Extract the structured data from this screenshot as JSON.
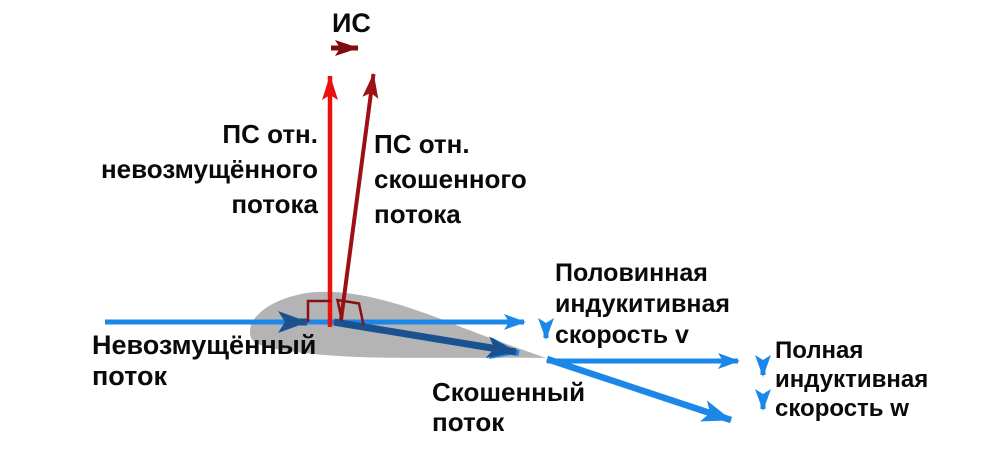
{
  "colors": {
    "light_blue": "#1b87e8",
    "navy_blue": "#1b518f",
    "bright_red": "#e8110f",
    "mid_red": "#9d1115",
    "dark_red": "#7f0d10",
    "angle_marker_red": "#8b0e12",
    "airfoil_gray": "#b4b4b4",
    "text": "#0a0a0a"
  },
  "labels": {
    "resultant": "ИС",
    "ps_undisturbed": {
      "lines": [
        "ПС отн.",
        "невозмущённого",
        "потока"
      ]
    },
    "ps_skewed": {
      "lines": [
        "ПС отн.",
        "скошенного",
        "потока"
      ]
    },
    "undisturbed_flow": {
      "lines": [
        "Невозмущённый",
        "поток"
      ]
    },
    "skewed_flow": {
      "lines": [
        "Скошенный",
        "поток"
      ]
    },
    "half_induced_velocity": {
      "lines": [
        "Половинная",
        "индукитивная",
        "скорость v"
      ]
    },
    "full_induced_velocity": {
      "lines": [
        "Полная",
        "индуктивная",
        "скорость w"
      ]
    }
  },
  "diagram": {
    "type": "vector-diagram",
    "subject": "airfoil blade element with undisturbed flow, skewed flow and induced velocities",
    "vectors": [
      {
        "name": "undisturbed-flow-vector",
        "color": "light_blue",
        "direction": "right"
      },
      {
        "name": "undisturbed-flow-arrowhead-at-blade",
        "color": "navy_blue",
        "direction": "right"
      },
      {
        "name": "skewed-flow-vector-at-blade",
        "color": "navy_blue",
        "direction": "down-right"
      },
      {
        "name": "half-induced-velocity-vector-v",
        "color": "light_blue",
        "direction": "down"
      },
      {
        "name": "skewed-flow-vector-downstream",
        "color": "light_blue",
        "direction": "down-right"
      },
      {
        "name": "flow-continuation-vector",
        "color": "light_blue",
        "direction": "right"
      },
      {
        "name": "full-induced-velocity-vector-w-segment-1",
        "color": "light_blue",
        "direction": "down"
      },
      {
        "name": "full-induced-velocity-vector-w-segment-2",
        "color": "light_blue",
        "direction": "down"
      },
      {
        "name": "blade-speed-rel-undisturbed-vector",
        "color": "bright_red",
        "direction": "up"
      },
      {
        "name": "blade-speed-rel-skewed-vector",
        "color": "mid_red",
        "direction": "up-right"
      },
      {
        "name": "resultant-velocity-vector-IS",
        "color": "dark_red",
        "direction": "right"
      }
    ],
    "right_angle_markers": 2
  }
}
